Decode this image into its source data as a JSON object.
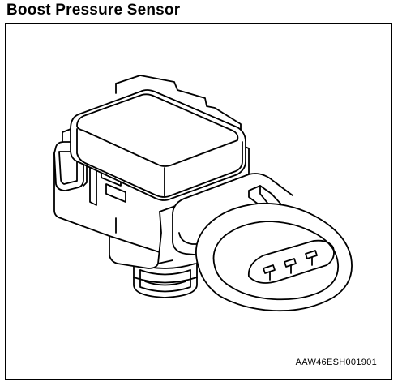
{
  "header": {
    "title": "Boost Pressure Sensor"
  },
  "figure": {
    "caption_code": "AAW46ESH001901",
    "subject_icon": "boost-pressure-sensor-drawing",
    "line_color": "#000000",
    "fill_color": "#ffffff"
  }
}
